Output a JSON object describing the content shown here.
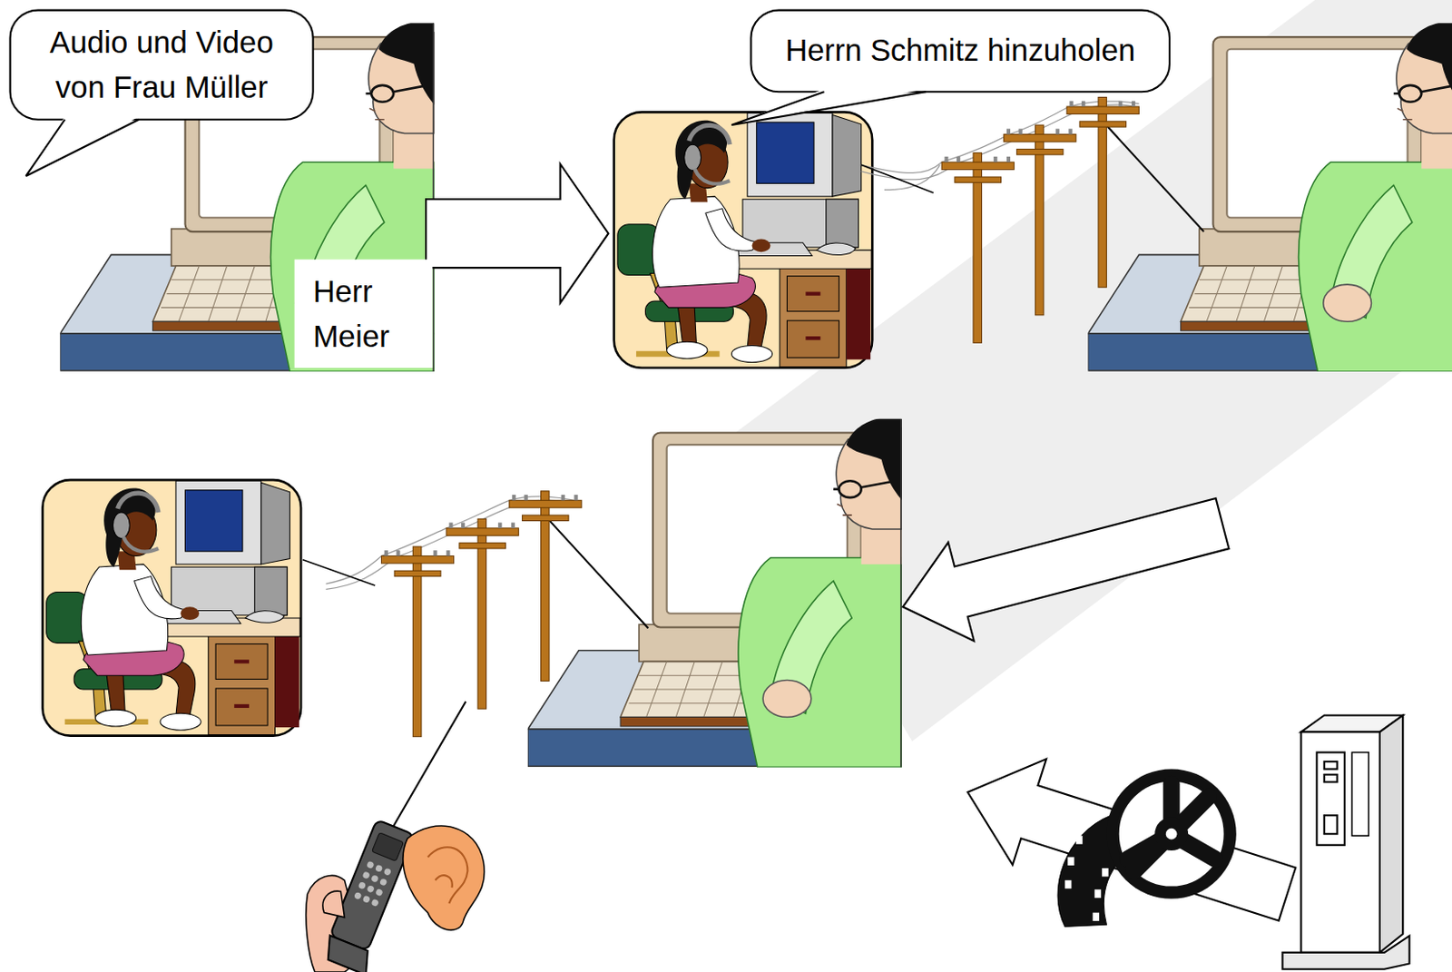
{
  "diagram": {
    "nodes": [
      {
        "text": [
          "Audio und Video von Frau Müller"
        ]
      },
      {
        "text": [
          "Herr Meier"
        ]
      },
      {
        "text": [
          "Herrn Schmitz hinzuholen"
        ]
      }
    ]
  }
}
